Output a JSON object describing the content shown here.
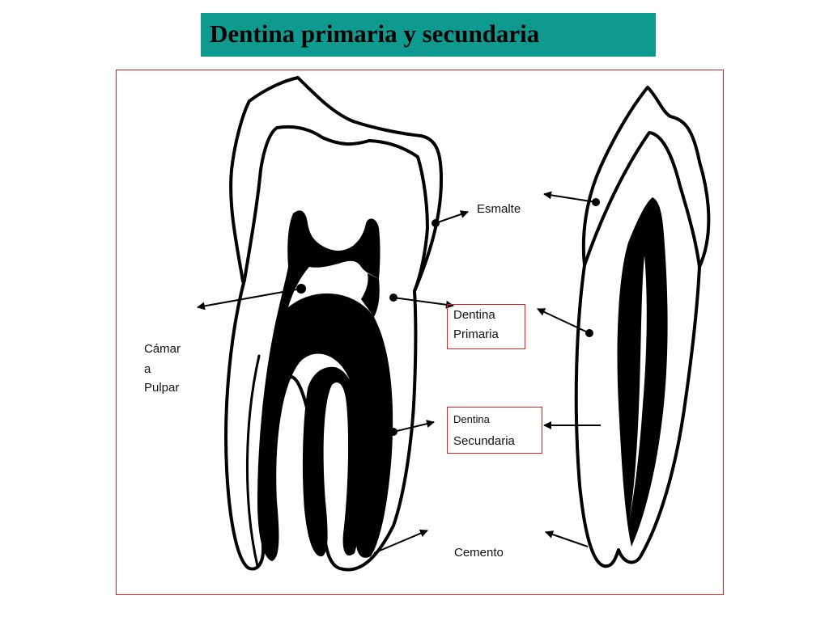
{
  "title": "Dentina primaria y secundaria",
  "labels": {
    "esmalte": "Esmalte",
    "dentina_primaria_1": "Dentina",
    "dentina_primaria_2": "Primaria",
    "dentina_secundaria_1": "Dentina",
    "dentina_secundaria_2": "Secundaria",
    "camara_1": "Cámar",
    "camara_2": "a",
    "camara_3": "Pulpar",
    "cemento": "Cemento"
  },
  "colors": {
    "title_background": "#0f9a8f",
    "frame_border": "#d62020",
    "ink": "#000000"
  }
}
